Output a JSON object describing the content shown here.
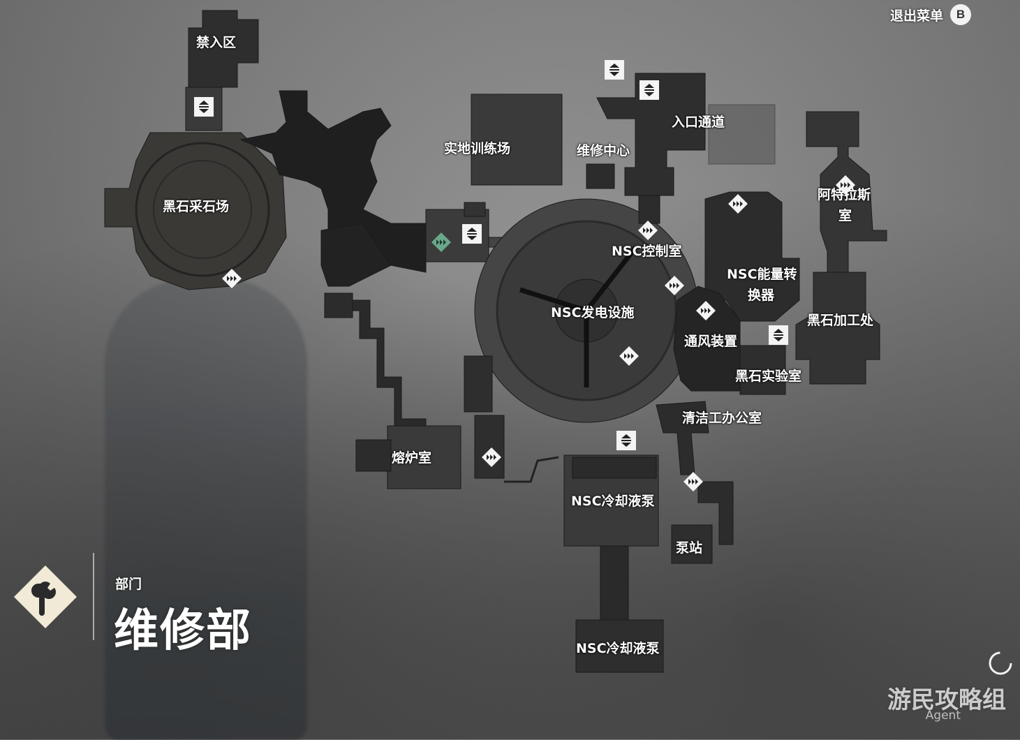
{
  "header": {
    "exit_label": "退出菜单",
    "exit_button_key": "B"
  },
  "department": {
    "caption": "部门",
    "name": "维修部",
    "icon": "wrench-icon"
  },
  "rooms": {
    "restricted": "禁入区",
    "blackrock_quarry": "黑石采石场",
    "field_training": "实地训练场",
    "maintenance_center": "维修中心",
    "entrance_corridor": "入口通道",
    "astral_room_1": "阿特拉斯",
    "astral_room_2": "室",
    "nsc_control": "NSC控制室",
    "nsc_energy_1": "NSC能量转",
    "nsc_energy_2": "换器",
    "nsc_power_plant": "NSC发电设施",
    "blackrock_processing": "黑石加工处",
    "ventilation": "通风装置",
    "blackrock_lab": "黑石实验室",
    "furnace": "熔炉室",
    "janitor_office": "清洁工办公室",
    "nsc_coolant_pump_1": "NSC冷却液泵",
    "pump_station": "泵站",
    "nsc_coolant_pump_2": "NSC冷却液泵"
  },
  "watermark": {
    "main": "游民攻略组",
    "sub": "Agent"
  },
  "colors": {
    "room_fill": "#2a2a2a",
    "room_fill_light": "#3b3b3b",
    "marker_fill": "#f4f4f4",
    "checkpoint_fill": "#6aa88a",
    "dept_icon_fill": "#f0ead6"
  }
}
